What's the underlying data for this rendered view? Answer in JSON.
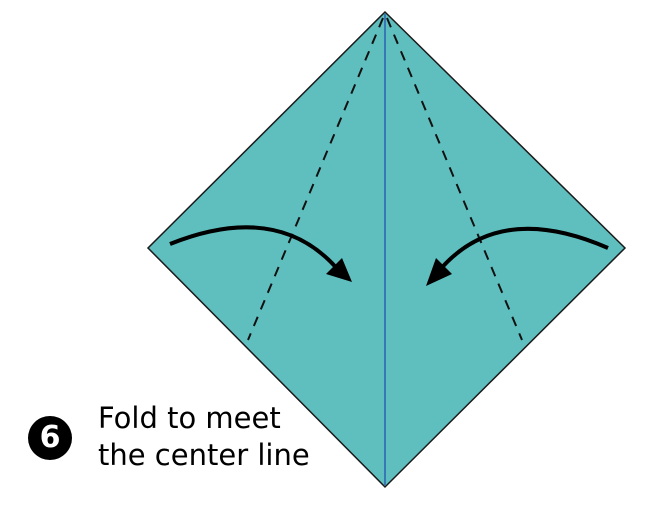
{
  "step": {
    "number": "6",
    "instruction_lines": [
      "Fold to meet",
      "the center line"
    ]
  },
  "colors": {
    "paper": "#5fbfbf",
    "outline": "#1a1a1a",
    "center_line": "#2a62b0",
    "fold_line": "#111111",
    "arrow": "#000000"
  },
  "icons": {
    "left_arrow": "curved-arrow-right-icon",
    "right_arrow": "curved-arrow-left-icon"
  }
}
